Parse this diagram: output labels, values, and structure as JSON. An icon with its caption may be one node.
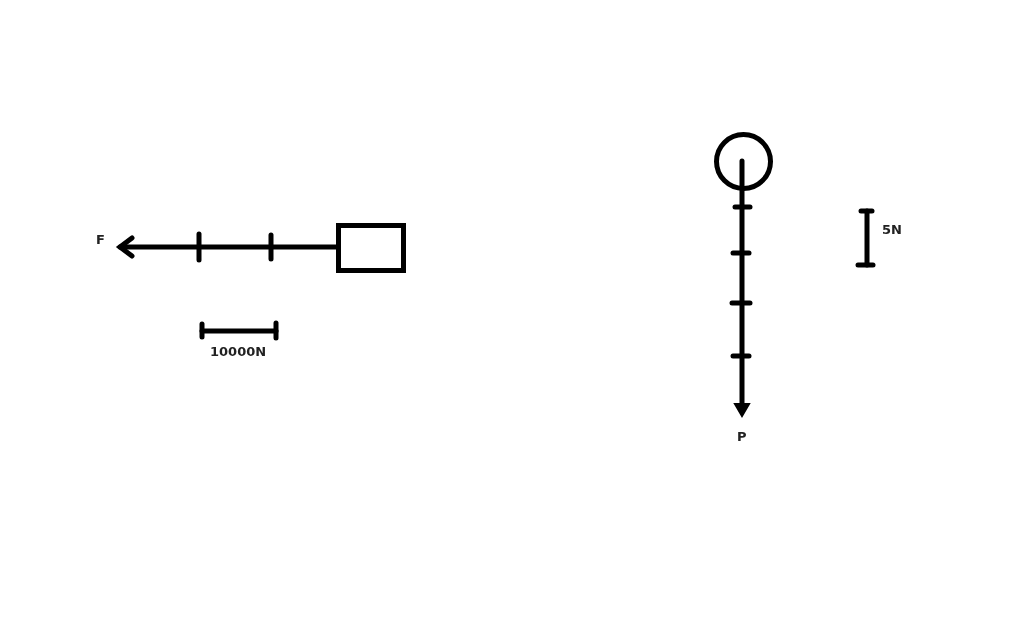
{
  "diagram": {
    "nodes": [
      {
        "text": [],
        "shape": "box"
      },
      {
        "text": [],
        "shape": "circle"
      }
    ],
    "labels": [
      "F",
      "10000N",
      "5N",
      "P"
    ]
  }
}
